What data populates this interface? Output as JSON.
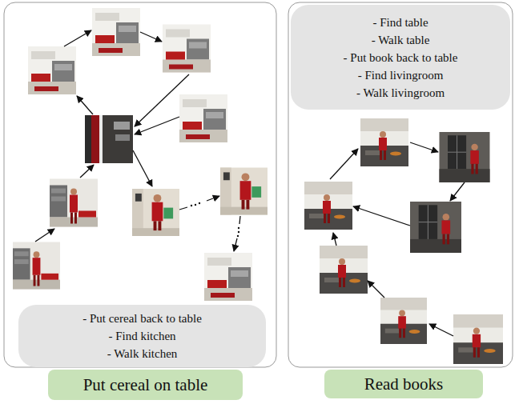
{
  "diagram": {
    "nodes": [
      {
        "text": [
          "- Put cereal back to table",
          "- Find kitchen",
          "- Walk kitchen"
        ]
      },
      {
        "text": [
          "Put cereal on table"
        ]
      },
      {
        "text": [
          "- Find table",
          "- Walk table",
          "- Put book back to table",
          "- Find livingroom",
          "- Walk livingroom"
        ]
      },
      {
        "text": [
          "Read books"
        ]
      }
    ]
  }
}
